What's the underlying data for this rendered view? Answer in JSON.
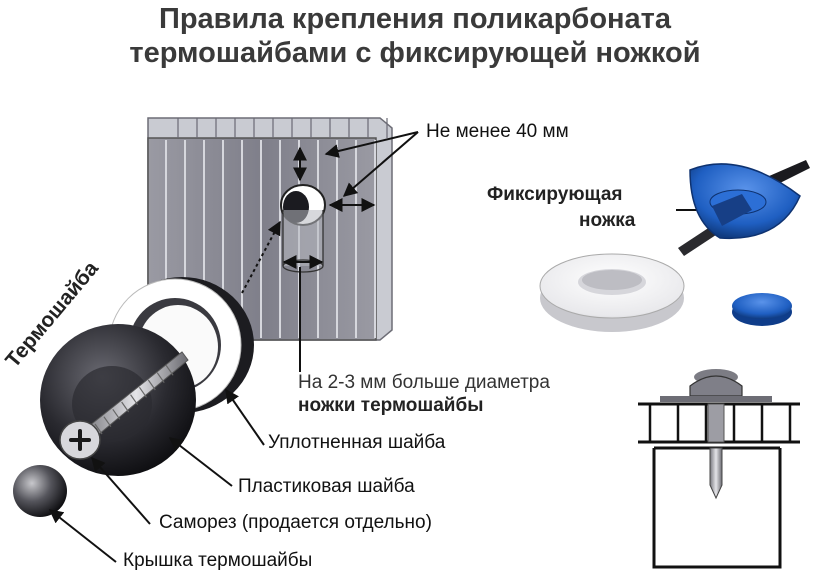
{
  "title": {
    "line1": "Правила крепления поликарбоната",
    "line2": "термошайбами с фиксирующей ножкой"
  },
  "labels": {
    "min_distance": "Не менее 40 мм",
    "hole_line1": "На 2-3 мм больше диаметра",
    "hole_line2": "ножки термошайбы",
    "thermowasher": "Термошайба",
    "sealing_washer": "Уплотненная шайба",
    "plastic_washer": "Пластиковая шайба",
    "screw": "Саморез (продается отдельно)",
    "cap": "Крышка термошайбы",
    "fixing_leg_line1": "Фиксирующая",
    "fixing_leg_line2": "ножка"
  },
  "colors": {
    "title": "#3a3a3a",
    "sheet": "#8c8c96",
    "sheet_light": "#c9cbd2",
    "washer_blue": "#1f5fc2",
    "washer_dark": "#1a1a1e",
    "text": "#111111"
  },
  "icons": {
    "screw_head": "phillips-cross-icon",
    "arrows": "double-arrow-icon"
  }
}
